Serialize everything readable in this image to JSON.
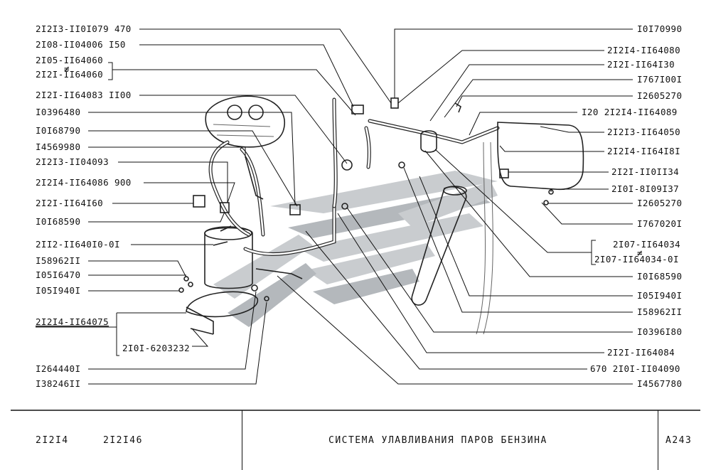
{
  "labels_left": [
    "2I2I3-II0I079 470",
    "2I08-II04006  I50",
    "2I05-II64060",
    "2I2I-II64060",
    "2I2I-II64083 II00",
    "I0396480",
    "I0I68790",
    "I4569980",
    "2I2I3-II04093",
    "2I2I4-II64086 900",
    "2I2I-II64I60",
    "I0I68590",
    "2II2-II640I0-0I",
    "I58962II",
    "I05I6470",
    "I05I940I",
    "2I2I4-II64075",
    "2I0I-6203232",
    "I264440I",
    "I38246II"
  ],
  "labels_right": [
    "I0I70990",
    "2I2I4-II64080",
    "2I2I-II64I30",
    "I767I00I",
    "I2605270",
    "I20 2I2I4-II64089",
    "2I2I3-II64050",
    "2I2I4-II64I8I",
    "2I2I-II0II34",
    "2I0I-8I09I37",
    "I2605270",
    "I767020I",
    "2I07-II64034",
    "2I07-II64034-0I",
    "I0I68590",
    "I05I940I",
    "I58962II",
    "I0396I80",
    "2I2I-II64084",
    "670 2I0I-II04090",
    "I4567780"
  ],
  "alt_mark": "≠",
  "footer": {
    "model_a": "2I2I4",
    "model_b": "2I2I46",
    "title": "СИСТЕМА  УЛАВЛИВАНИЯ  ПАРОВ  БЕНЗИНА",
    "code": "А243"
  }
}
